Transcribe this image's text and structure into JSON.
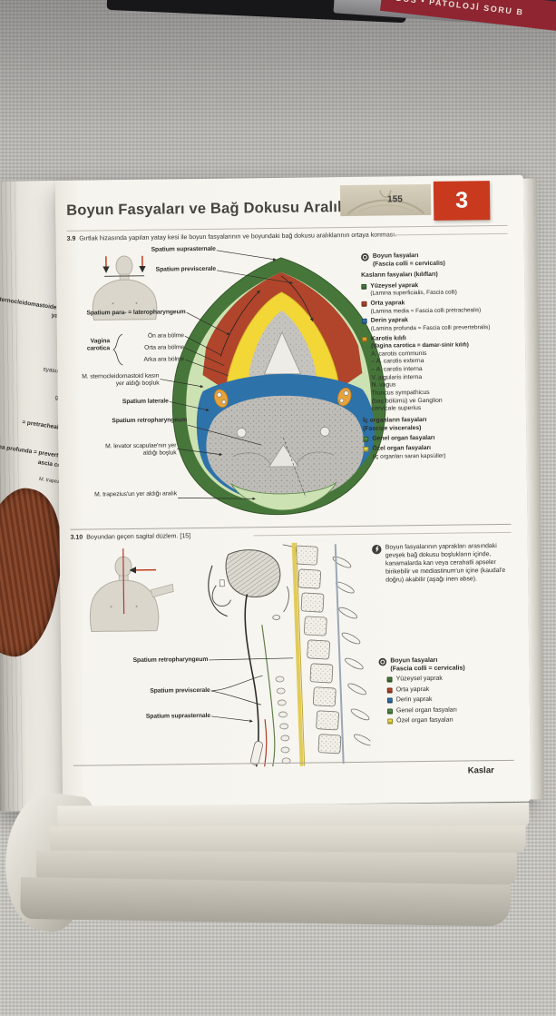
{
  "scene": {
    "spine_text": "DUS •  PATOLOJİ  SORU B"
  },
  "page": {
    "title": "Boyun Fasyaları ve Bağ Dokusu Aralıkları",
    "number": "155",
    "chapter": "3",
    "footer": "Kaslar"
  },
  "colors": {
    "chapter_tab": "#c8391e",
    "spine_red": "#8e2531",
    "superficial_green": "#47763a",
    "middle_red": "#b0452b",
    "deep_blue": "#2e72aa",
    "visceral_yellow": "#f2d737",
    "muscle_space_green": "#cde2b2",
    "carotid_orange": "#e6a23b"
  },
  "fig39": {
    "num": "3.9",
    "caption": "Gırtlak hizasında yapılan yatay kesi ile boyun fasyalarının ve boyundaki bağ dokusu aralıklarının ortaya konması.",
    "labels": {
      "suprasternale": "Spatium suprasternale",
      "previscerale": "Spatium previscerale",
      "para": "Spatium para- = lateropharyngeum",
      "vagina": "Vagina carotica",
      "on_bolme": "Ön ara bölme",
      "orta_bolme": "Orta ara bölme",
      "arka_bolme": "Arka ara bölme",
      "scm": "M. sternocleidomastoid kasın yer aldığı boşluk",
      "laterale": "Spatium laterale",
      "retro": "Spatium retropharyngeum",
      "levator": "M. levator scapulae'nın yer aldığı boşluk",
      "trapezius": "M. trapezius'un yer aldığı aralık"
    },
    "legend": {
      "title": "Boyun fasyaları",
      "title_sub": "(Fascia colli = cervicalis)",
      "section1": "Kasların fasyaları (kılıfları)",
      "items": [
        {
          "label": "Yüzeysel yaprak",
          "sub": "(Lamina superficialis, Fascia colli)",
          "color": "#47763a"
        },
        {
          "label": "Orta yaprak",
          "sub": "(Lamina media = Fascia colli pretrachealis)",
          "color": "#b0452b"
        },
        {
          "label": "Derin yaprak",
          "sub": "(Lamina profunda = Fascia colli prevertebralis)",
          "color": "#2e72aa"
        },
        {
          "label": "Karotis kılıfı",
          "sub": "(Vagina carotica = damar-sinir kılıfı)",
          "color": "#d9a62e",
          "lines": [
            "A. carotis communis",
            "– A. carotis externa",
            "– A. carotis interna",
            "V. jugularis interna",
            "N. vagus",
            "Truncus sympathicus",
            "(baş bölümü) ve Ganglion",
            "cervicale superius"
          ]
        }
      ],
      "section2": "İç organların fasyaları",
      "section2_sub": "(Fasciae viscerales)",
      "items2": [
        {
          "label": "Genel organ fasyaları",
          "color": "#4f8a46"
        },
        {
          "label": "Özel organ fasyaları",
          "sub": "(iç organları saran kapsüller)",
          "color": "#e5d44a"
        }
      ]
    }
  },
  "fig310": {
    "num": "3.10",
    "caption": "Boyundan geçen sagital düzlem. [15]",
    "note": "Boyun fasyalarının yaprakları arasındaki gevşek bağ dokusu boşlukların içinde, kanamalarda kan veya cerahatli apseler birikebilir ve mediastinum'un içine (kaudal'e doğru) akabilir (aşağı inen abse).",
    "labels": {
      "retro": "Spatium retropharyngeum",
      "previscerale": "Spatium previscerale",
      "suprasternale": "Spatium suprasternale"
    },
    "legend": {
      "title": "Boyun fasyaları",
      "title_sub": "(Fascia colli = cervicalis)",
      "items": [
        {
          "label": "Yüzeysel yaprak",
          "color": "#47763a"
        },
        {
          "label": "Orta yaprak",
          "color": "#b0452b"
        },
        {
          "label": "Derin yaprak",
          "color": "#2e72aa"
        },
        {
          "label": "Genel organ fasyaları",
          "color": "#4f8a46"
        },
        {
          "label": "Özel organ fasyaları",
          "color": "#e5d44a"
        }
      ]
    }
  },
  "left_page": {
    "fragments": [
      "sternocleidomastoideus",
      "ya'sı",
      "a",
      "nis",
      "syasının",
      "gea",
      "= pretrachealis,",
      "amina profunda = preverteb",
      "ascia colli",
      "M. trapezius"
    ]
  }
}
